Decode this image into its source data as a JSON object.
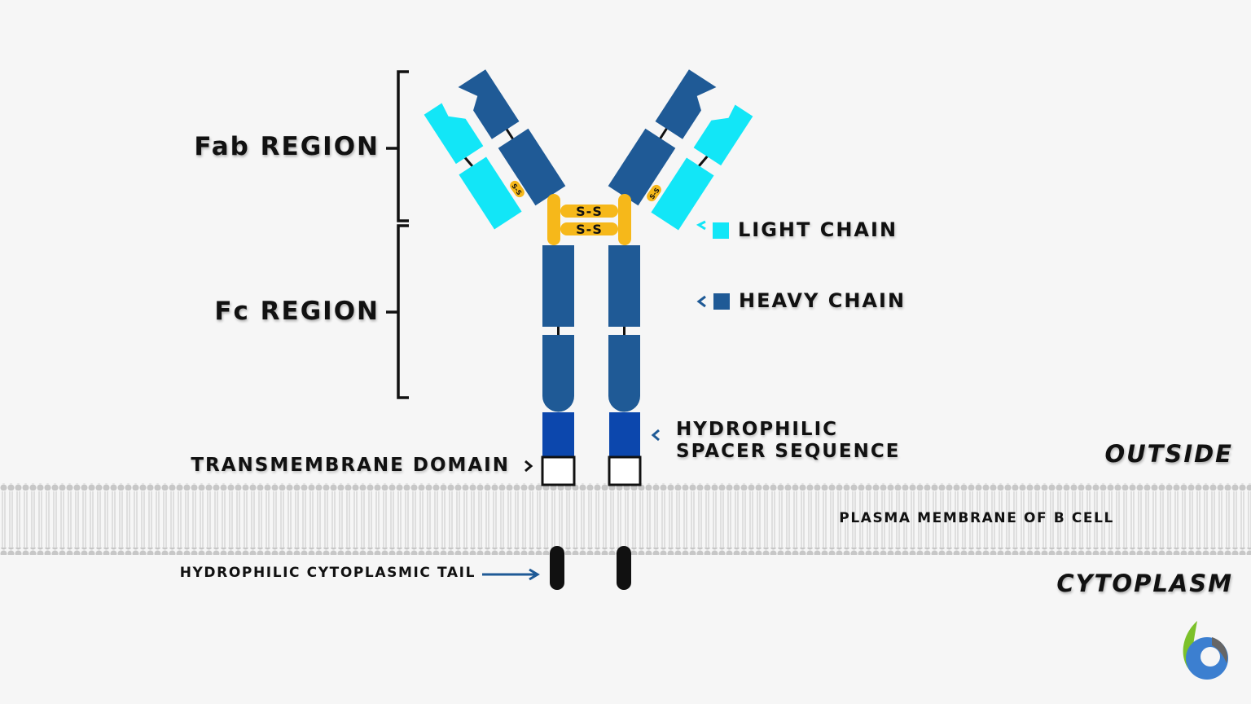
{
  "labels": {
    "fab_region": "Fab  REGION",
    "fc_region": "Fc  REGION",
    "light_chain": "LIGHT CHAIN",
    "heavy_chain": "HEAVY CHAIN",
    "spacer_line1": "HYDROPHILIC",
    "spacer_line2": "SPACER SEQUENCE",
    "transmembrane": "TRANSMEMBRANE DOMAIN",
    "outside": "OUTSIDE",
    "membrane": "PLASMA MEMBRANE OF B CELL",
    "tail": "HYDROPHILIC CYTOPLASMIC TAIL",
    "cytoplasm": "CYTOPLASM",
    "disulfide": "S-S"
  },
  "colors": {
    "light_chain": "#12e6f7",
    "heavy_chain": "#1f5a96",
    "spacer": "#0c47ad",
    "hinge": "#f6b81a",
    "membrane": "#c8c8c8",
    "text": "#111111",
    "tail": "#111111",
    "logo_green": "#7cc12a",
    "logo_blue": "#3c7fd0",
    "logo_gray": "#666666"
  },
  "icons": {
    "arrow_light": "chevron-left-icon",
    "arrow_heavy": "chevron-left-icon",
    "arrow_spacer": "chevron-left-icon",
    "arrow_transmembrane": "chevron-right-icon",
    "arrow_tail": "arrow-right-icon",
    "logo": "leaf-logo-icon"
  }
}
